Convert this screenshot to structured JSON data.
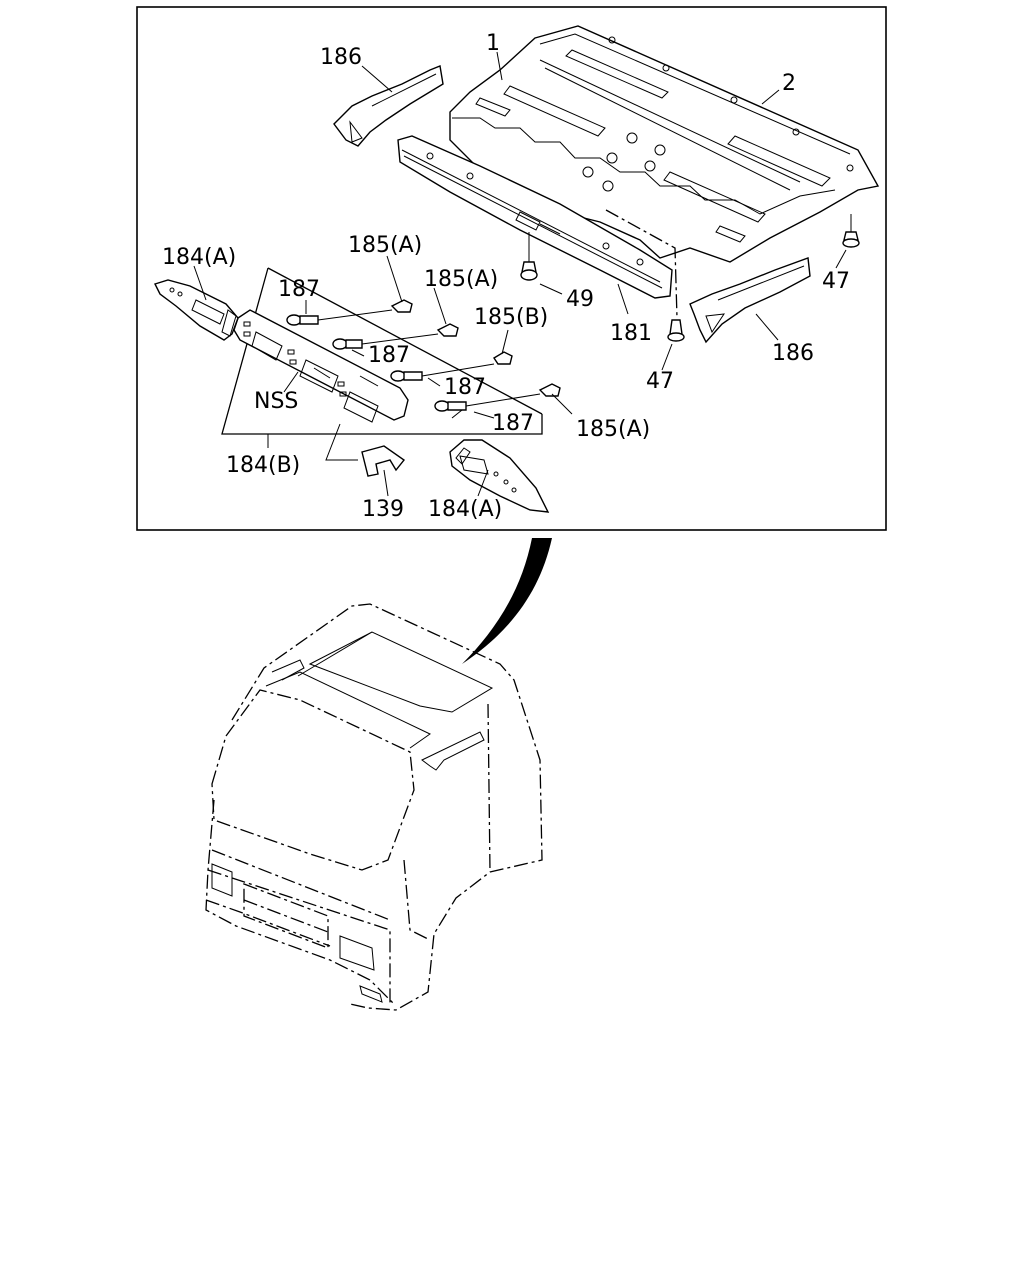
{
  "callouts": {
    "c1": "1",
    "c2": "2",
    "c186_top": "186",
    "c186_right": "186",
    "c184a_left": "184(A)",
    "c184a_bottom": "184(A)",
    "c184b": "184(B)",
    "c185a_1": "185(A)",
    "c185a_2": "185(A)",
    "c185a_3": "185(A)",
    "c185b": "185(B)",
    "c187_1": "187",
    "c187_2": "187",
    "c187_3": "187",
    "c187_4": "187",
    "nss": "NSS",
    "c139": "139",
    "c181": "181",
    "c49": "49",
    "c47_right": "47",
    "c47_bottom": "47"
  }
}
